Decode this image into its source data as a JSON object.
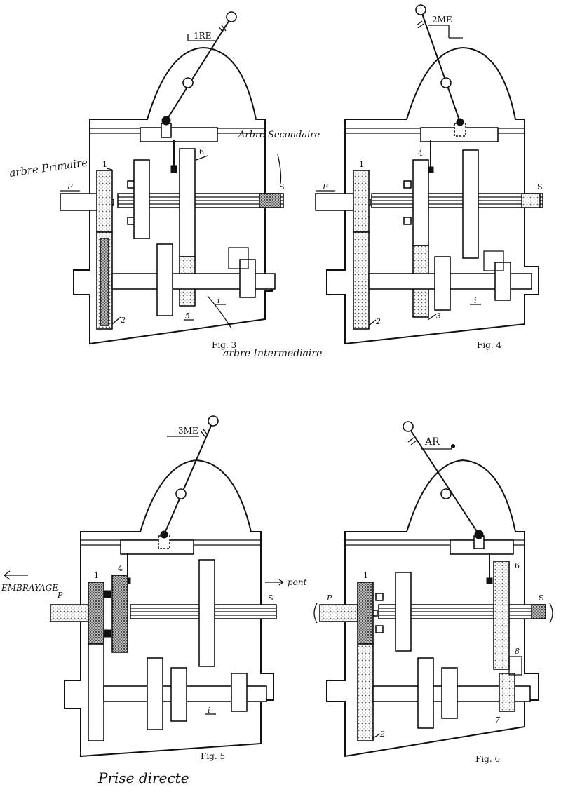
{
  "figures": [
    {
      "caption": "Fig. 3",
      "gear": "1RE",
      "labels": {
        "shaft_p": "P",
        "shaft_s": "S",
        "shaft_i": "i",
        "g1": "1",
        "g2": "2",
        "g5": "5",
        "g6": "6"
      },
      "annotations": {
        "primary": "arbre Primaire",
        "secondary": "Arbre Secondaire",
        "intermediate": "arbre Intermediaire"
      }
    },
    {
      "caption": "Fig. 4",
      "gear": "2ME",
      "labels": {
        "shaft_p": "P",
        "shaft_s": "S",
        "shaft_i": "i",
        "g1": "1",
        "g2": "2",
        "g3": "3",
        "g4": "4"
      }
    },
    {
      "caption": "Fig. 5",
      "gear": "3ME",
      "labels": {
        "shaft_p": "P",
        "shaft_s": "S",
        "shaft_i": "i",
        "g1": "1",
        "g4": "4"
      },
      "annotations": {
        "clutch": "EMBRAYAGE",
        "bridge": "pont",
        "direct": "Prise directe"
      }
    },
    {
      "caption": "Fig. 6",
      "gear": "AR",
      "labels": {
        "shaft_p": "P",
        "shaft_s": "S",
        "g1": "1",
        "g2": "2",
        "g6": "6",
        "g7": "7",
        "g8": "8"
      }
    }
  ]
}
